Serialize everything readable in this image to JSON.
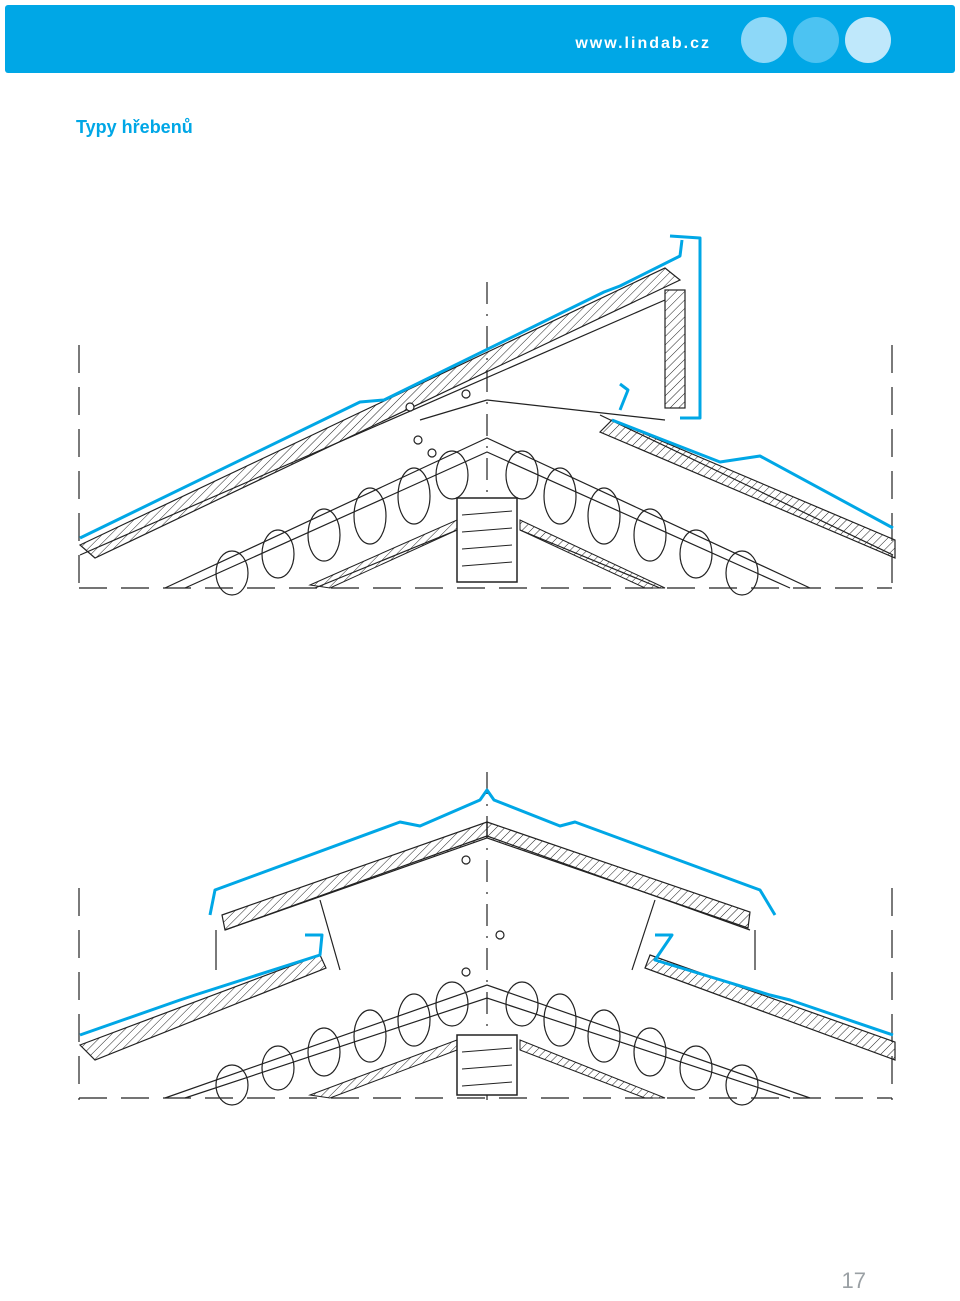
{
  "header": {
    "url": "www.lindab.cz",
    "accent_color": "#00a7e6",
    "dot_colors": [
      "#8dd8f8",
      "#4cc3f2",
      "#bfe8fb"
    ]
  },
  "page_title": "Typy hřebenů",
  "drawings": [
    {
      "name": "ridge-detail-one-sided",
      "icon": "roof-ridge-section"
    },
    {
      "name": "ridge-detail-two-sided",
      "icon": "roof-ridge-section"
    }
  ],
  "page_number": "17"
}
